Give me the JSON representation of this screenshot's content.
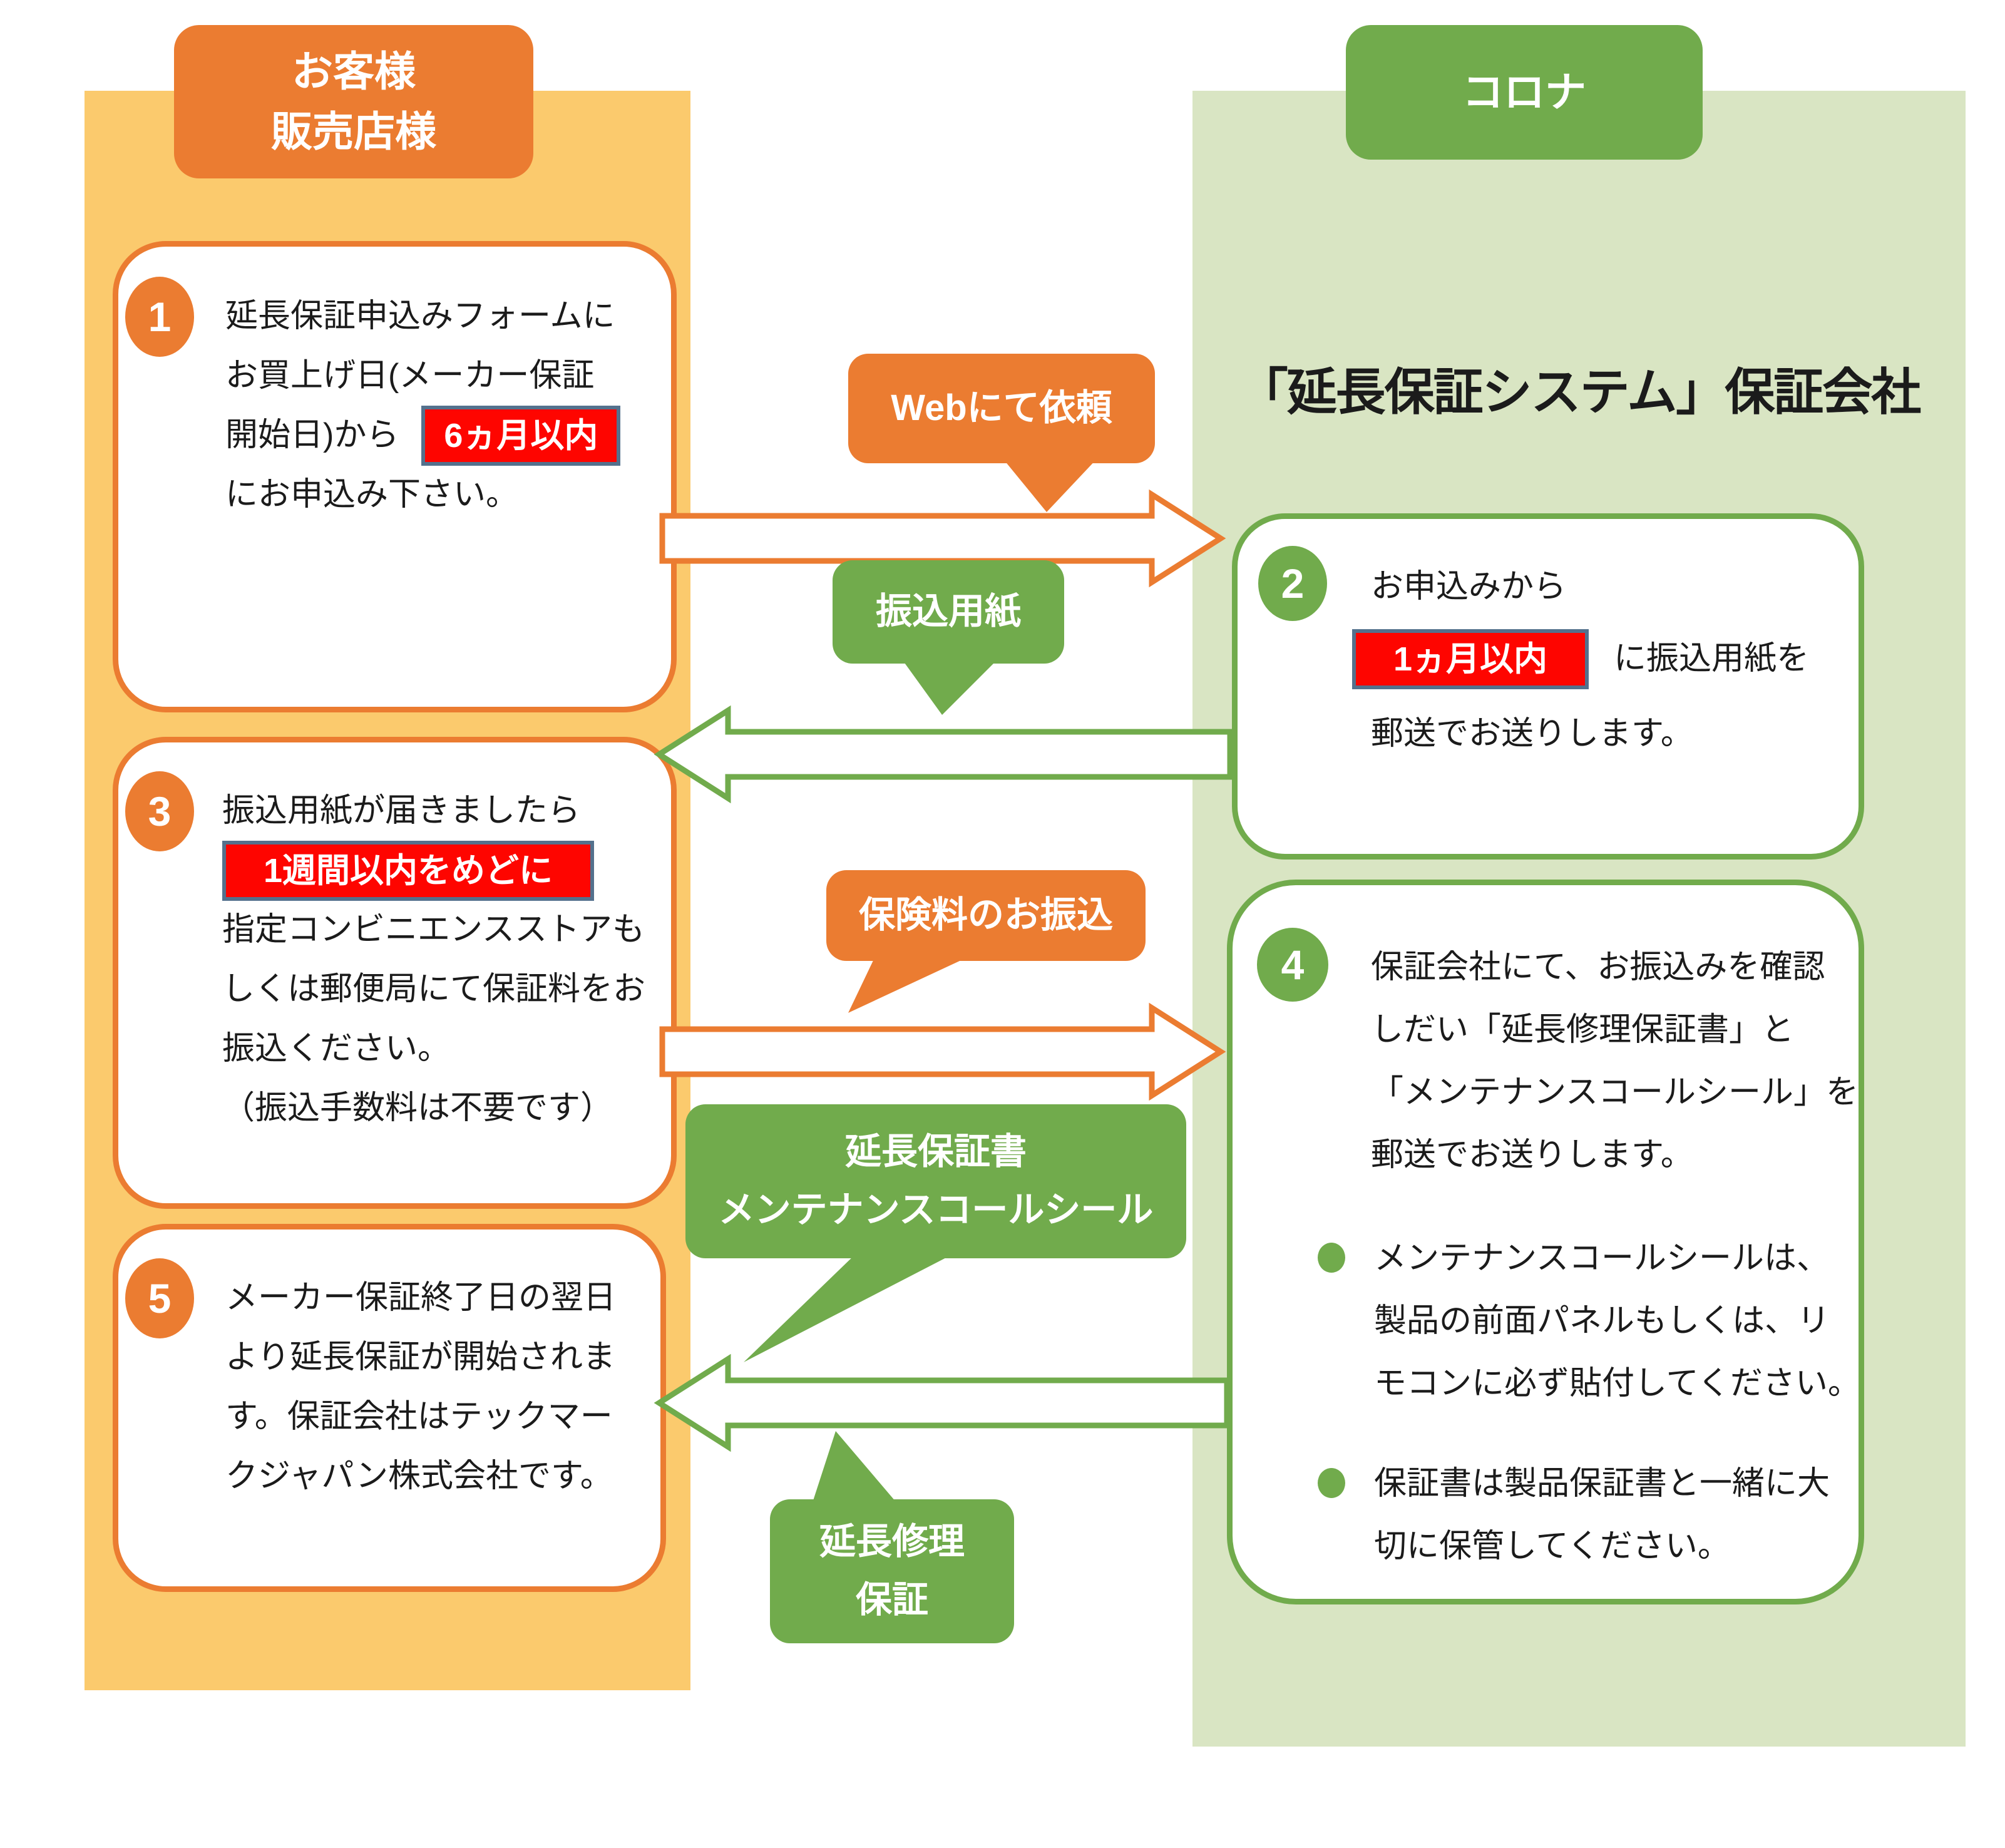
{
  "left_column": {
    "header_line1": "お客様",
    "header_line2": "販売店様"
  },
  "right_column": {
    "header": "コロナ",
    "title": "「延長保証システム」保証会社"
  },
  "boxes": {
    "box1": {
      "number": "1",
      "line1": "延長保証申込みフォームに",
      "line2": "お買上げ日(メーカー保証",
      "line3_before": "開始日)から",
      "badge": "6ヵ月以内",
      "line4": "にお申込み下さい。"
    },
    "box2": {
      "number": "2",
      "line1": "お申込みから",
      "badge": "1ヵ月以内",
      "line2_after": "に振込用紙を",
      "line3": "郵送でお送りします。"
    },
    "box3": {
      "number": "3",
      "line1": "振込用紙が届きましたら",
      "badge": "1週間以内をめどに",
      "line2": "指定コンビニエンスストアも",
      "line3": "しくは郵便局にて保証料をお",
      "line4": "振込ください。",
      "line5": "（振込手数料は不要です）"
    },
    "box4": {
      "number": "4",
      "para": [
        "保証会社にて、お振込みを確認",
        "しだい「延長修理保証書」と",
        "「メンテナンスコールシール」を",
        "郵送でお送りします。"
      ],
      "bullet1": [
        "メンテナンスコールシールは、",
        "製品の前面パネルもしくは、リ",
        "モコンに必ず貼付してください。"
      ],
      "bullet2": [
        "保証書は製品保証書と一緒に大",
        "切に保管してください。"
      ]
    },
    "box5": {
      "number": "5",
      "lines": [
        "メーカー保証終了日の翌日",
        "より延長保証が開始されま",
        "す。保証会社はテックマー",
        "クジャパン株式会社です。"
      ]
    }
  },
  "bubbles": {
    "web": "Webにて依頼",
    "furikomi": "振込用紙",
    "hoken": "保険料のお振込",
    "encho_line1": "延長保証書",
    "encho_line2": "メンテナンスコールシール",
    "shuri_line1": "延長修理",
    "shuri_line2": "保証"
  },
  "colors": {
    "orange": "#EB7C31",
    "yellow_column": "#FBCA6D",
    "green": "#71AB4C",
    "light_green_column": "#D9E5C3",
    "badge_red": "#FE0500",
    "badge_border": "#54718D",
    "text": "#1b1b1b"
  }
}
